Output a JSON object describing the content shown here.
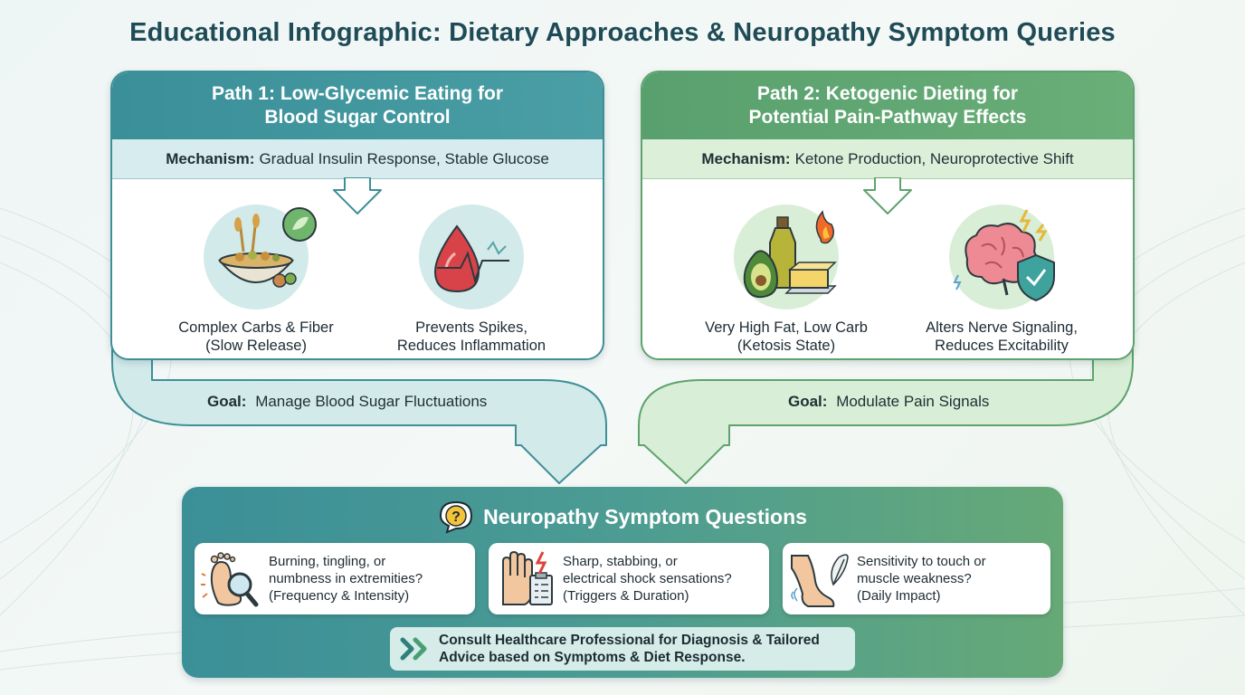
{
  "title": "Educational Infographic: Dietary Approaches & Neuropathy Symptom Queries",
  "path1": {
    "title": "Path 1: Low-Glycemic Eating for\nBlood Sugar Control",
    "mechanism_label": "Mechanism:",
    "mechanism": "Gradual Insulin Response, Stable Glucose",
    "feature_left": {
      "icon": "grain-bowl-icon",
      "caption": "Complex Carbs & Fiber\n(Slow Release)"
    },
    "feature_right": {
      "icon": "blood-drop-pulse-icon",
      "caption": "Prevents Spikes,\nReduces Inflammation"
    },
    "goal_label": "Goal:",
    "goal": "Manage Blood Sugar Fluctuations",
    "color": "#3e8f98"
  },
  "path2": {
    "title": "Path 2: Ketogenic Dieting for\nPotential Pain-Pathway Effects",
    "mechanism_label": "Mechanism:",
    "mechanism": "Ketone Production, Neuroprotective Shift",
    "feature_left": {
      "icon": "avocado-oil-butter-icon",
      "caption": "Very High Fat, Low Carb\n(Ketosis State)"
    },
    "feature_right": {
      "icon": "brain-shield-icon",
      "caption": "Alters Nerve Signaling,\nReduces Excitability"
    },
    "goal_label": "Goal:",
    "goal": "Modulate Pain Signals",
    "color": "#5ea36e"
  },
  "symptoms": {
    "title": "Neuropathy Symptom Questions",
    "questions": [
      {
        "icon": "foot-magnifier-icon",
        "text": "Burning, tingling, or\nnumbness in extremities?\n(Frequency & Intensity)"
      },
      {
        "icon": "hand-clipboard-icon",
        "text": "Sharp, stabbing, or\nelectrical shock sensations?\n(Triggers & Duration)"
      },
      {
        "icon": "leg-feather-icon",
        "text": "Sensitivity to touch or\nmuscle weakness?\n(Daily Impact)"
      }
    ],
    "consult": "Consult Healthcare Professional for Diagnosis & Tailored\nAdvice based on Symptoms & Diet Response."
  }
}
